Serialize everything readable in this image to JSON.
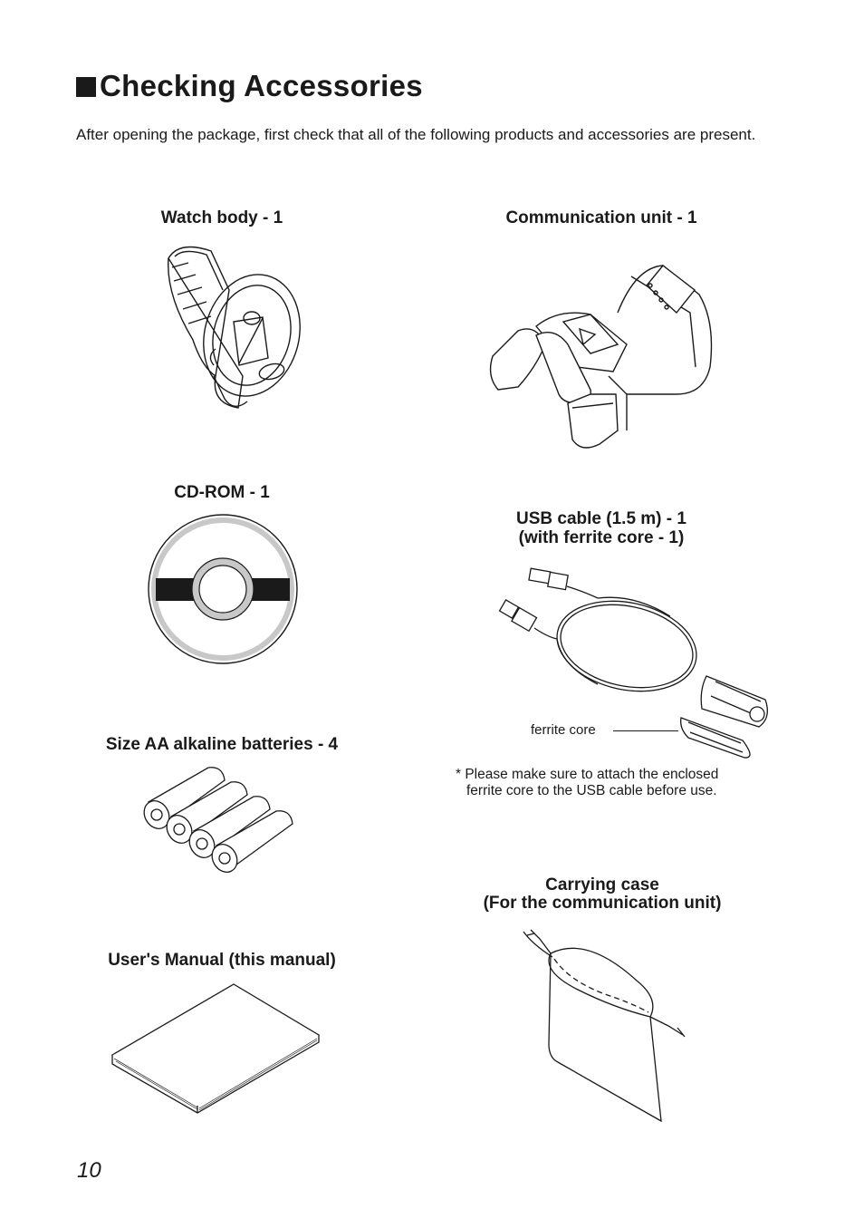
{
  "page": {
    "heading": "Checking Accessories",
    "intro": "After opening the package, first check that all of the following products and accessories are present.",
    "page_number": "10"
  },
  "items": {
    "watch": {
      "label": "Watch body - 1"
    },
    "comm_unit": {
      "label": "Communication unit - 1"
    },
    "cdrom": {
      "label": "CD-ROM - 1"
    },
    "usb": {
      "label_line1": "USB cable (1.5 m) - 1",
      "label_line2": "(with ferrite core - 1)",
      "callout": "ferrite core"
    },
    "note": {
      "line1": "* Please make sure to attach the enclosed",
      "line2": "ferrite core to the USB cable before use."
    },
    "batteries": {
      "label": "Size AA alkaline batteries - 4"
    },
    "case": {
      "label_line1": "Carrying case",
      "label_line2": "(For the communication unit)"
    },
    "manual": {
      "label": "User's Manual (this manual)"
    }
  },
  "icons": [
    "square-bullet-icon",
    "watch-illustration",
    "communication-unit-illustration",
    "cd-rom-illustration",
    "usb-cable-illustration",
    "ferrite-core-illustration",
    "batteries-illustration",
    "carrying-case-illustration",
    "manual-illustration"
  ]
}
